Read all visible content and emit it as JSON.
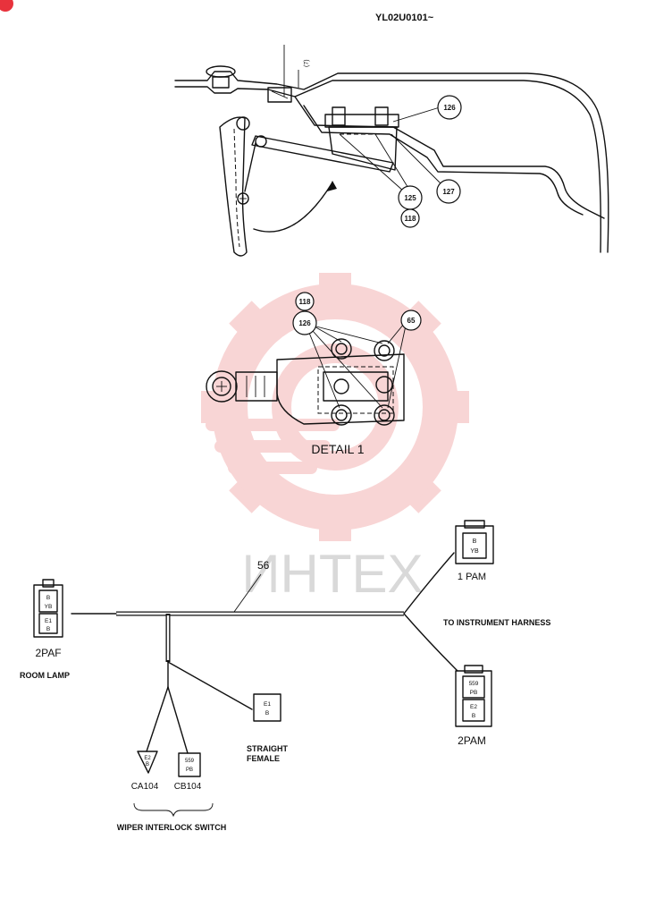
{
  "header": {
    "code": "YL02U0101~"
  },
  "assembly": {
    "callouts": [
      "125",
      "126",
      "127",
      "118"
    ],
    "bracket_mark": "(7)"
  },
  "detail": {
    "title": "DETAIL 1",
    "callouts": [
      "118",
      "126",
      "65"
    ]
  },
  "watermark": {
    "text": "ИНТЕХ",
    "color": "#f4b3b3"
  },
  "harness": {
    "wire_number": "56",
    "to_instrument": "TO INSTRUMENT HARNESS",
    "connectors": {
      "pam1": {
        "name": "1 PAM",
        "cell1": "B",
        "cell2": "YB"
      },
      "pam2": {
        "name": "2PAM",
        "cell1": "559",
        "cell2": "PB",
        "cell3": "E2",
        "cell4": "B"
      },
      "paf2": {
        "name": "2PAF",
        "cell1": "B",
        "cell2": "YB",
        "cell3": "E1",
        "cell4": "B",
        "caption": "ROOM LAMP"
      },
      "straight": {
        "cell1": "E1",
        "cell2": "B",
        "caption_line1": "STRAIGHT",
        "caption_line2": "FEMALE"
      },
      "ca104": {
        "name": "CA104",
        "cell1": "E2",
        "cell2": "B"
      },
      "cb104": {
        "name": "CB104",
        "cell1": "559",
        "cell2": "PB"
      }
    },
    "switch_caption": "WIPER INTERLOCK SWITCH"
  }
}
